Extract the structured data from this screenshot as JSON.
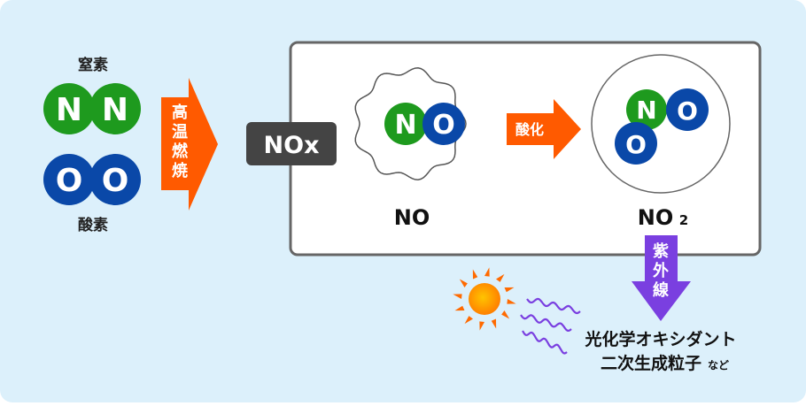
{
  "inputs": {
    "nitrogen_label": "窒素",
    "oxygen_label": "酸素",
    "atom_n": "N",
    "atom_o": "O"
  },
  "combustion_arrow": {
    "label_chars": [
      "高",
      "温",
      "燃",
      "焼"
    ]
  },
  "nox_badge": "NOx",
  "no_molecule": {
    "label": "NO"
  },
  "oxidation_arrow": {
    "label": "酸化"
  },
  "no2_molecule": {
    "label": "NO",
    "subscript": "2"
  },
  "uv_arrow": {
    "label_chars": [
      "紫",
      "外",
      "線"
    ]
  },
  "result": {
    "line1": "光化学オキシダント",
    "line2_main": "二次生成粒子",
    "line2_suffix": "など"
  },
  "colors": {
    "background": "#dcf0fb",
    "nitrogen": "#1e9a1e",
    "oxygen": "#0a48a8",
    "orange_arrow": "#ff5a00",
    "uv_arrow": "#7a3fe0",
    "nox_badge": "#444444"
  }
}
